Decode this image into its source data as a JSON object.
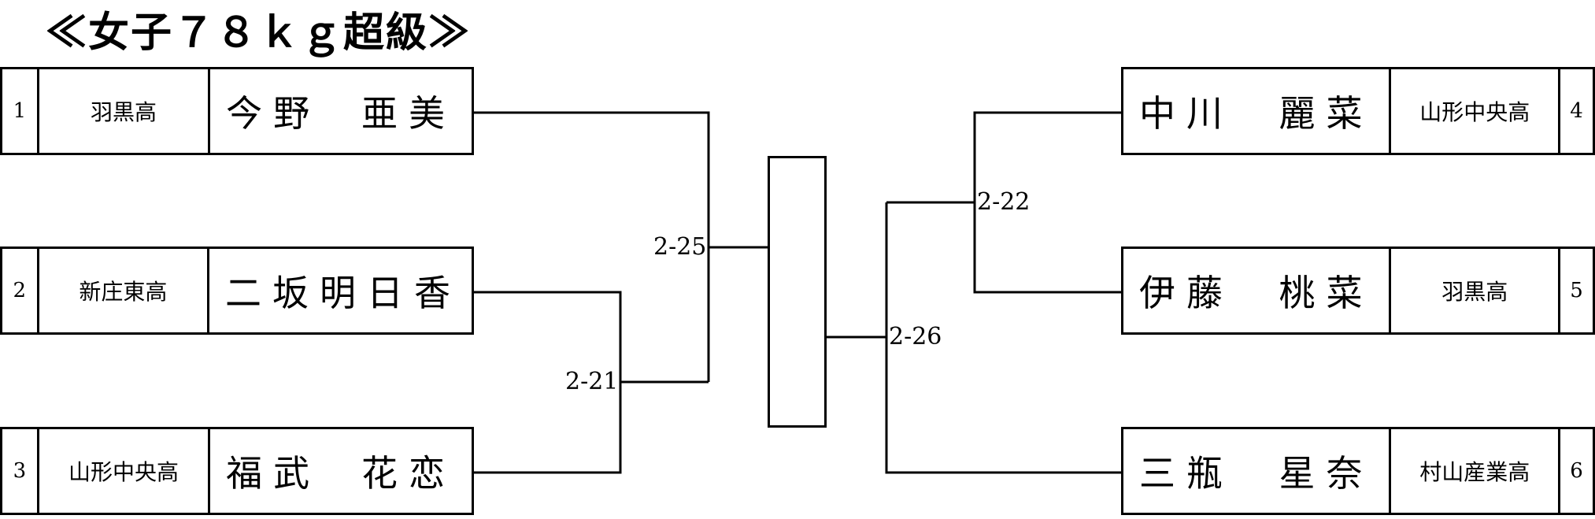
{
  "title": "≪女子７８ｋｇ超級≫",
  "left_entries": [
    {
      "num": "1",
      "school": "羽黒高",
      "surname": "今野",
      "given": "亜美"
    },
    {
      "num": "2",
      "school": "新庄東高",
      "surname": "二坂",
      "given": "明日香"
    },
    {
      "num": "3",
      "school": "山形中央高",
      "surname": "福武",
      "given": "花恋"
    }
  ],
  "right_entries": [
    {
      "num": "4",
      "school": "山形中央高",
      "surname": "中川",
      "given": "麗菜"
    },
    {
      "num": "5",
      "school": "羽黒高",
      "surname": "伊藤",
      "given": "桃菜"
    },
    {
      "num": "6",
      "school": "村山産業高",
      "surname": "三瓶",
      "given": "星奈"
    }
  ],
  "matches": {
    "left_first": "2-21",
    "left_semi": "2-25",
    "right_first": "2-22",
    "right_semi": "2-26"
  }
}
